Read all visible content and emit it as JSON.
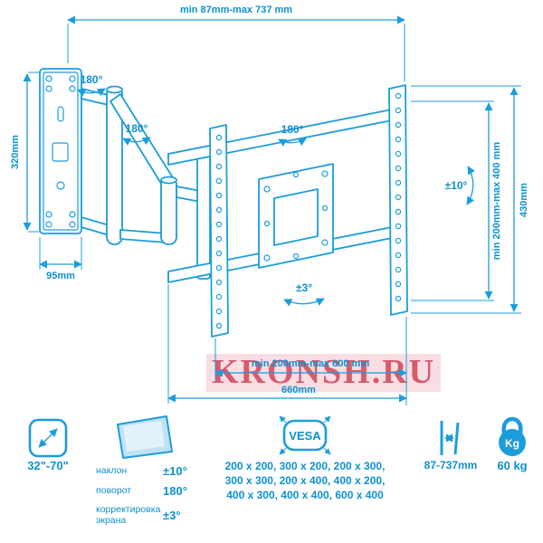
{
  "accent": "#1b9ddb",
  "watermark": "KRONSH.RU",
  "diagram": {
    "dim_top": "min 87mm-max 737 mm",
    "dim_left_height": "320mm",
    "dim_plate_width": "95mm",
    "dim_right_inner": "min 200mm-max 400 mm",
    "dim_right_outer": "430mm",
    "dim_bottom_inner": "min 200mm-max 600 mm",
    "dim_bottom_outer": "660mm",
    "angle_swivel": "180°",
    "angle_tilt": "±10°",
    "angle_level": "±3°"
  },
  "specs": {
    "size_range": "32\"-70\"",
    "tilt_label": "наклон",
    "tilt_value": "±10°",
    "swivel_label": "поворот",
    "swivel_value": "180°",
    "level_label": "корректировка экрана",
    "level_value": "±3°",
    "vesa_badge": "VESA",
    "vesa_line1": "200 x 200, 300 x 200, 200 x 300,",
    "vesa_line2": "300 x 300, 200 x 400, 400 x 200,",
    "vesa_line3": "400 x 300, 400 x 400, 600 x 400",
    "wall_distance": "87-737mm",
    "max_weight": "60 kg",
    "kettlebell_label": "Kg"
  }
}
